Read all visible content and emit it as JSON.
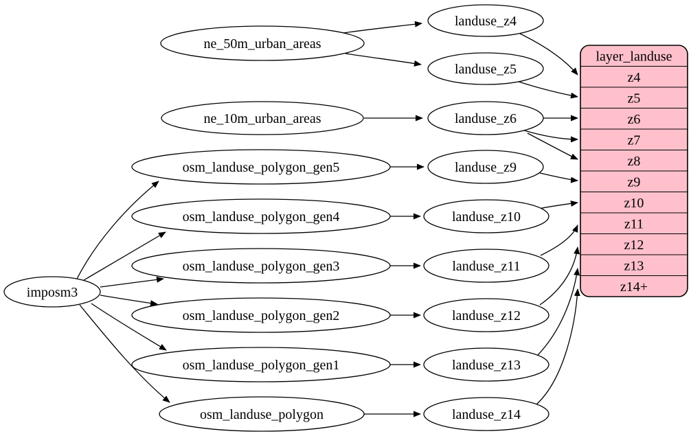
{
  "diagram": {
    "type": "graphviz-dependency-graph",
    "direction": "left-to-right",
    "colors": {
      "background": "#ffffff",
      "node_fill": "#ffffff",
      "node_stroke": "#000000",
      "edge": "#000000",
      "record_fill": "#ffc0cb",
      "text": "#000000"
    },
    "nodes": [
      {
        "id": "imposm3",
        "label": "imposm3",
        "shape": "ellipse"
      },
      {
        "id": "ne_50m_urban_areas",
        "label": "ne_50m_urban_areas",
        "shape": "ellipse"
      },
      {
        "id": "ne_10m_urban_areas",
        "label": "ne_10m_urban_areas",
        "shape": "ellipse"
      },
      {
        "id": "osm_landuse_polygon_gen5",
        "label": "osm_landuse_polygon_gen5",
        "shape": "ellipse"
      },
      {
        "id": "osm_landuse_polygon_gen4",
        "label": "osm_landuse_polygon_gen4",
        "shape": "ellipse"
      },
      {
        "id": "osm_landuse_polygon_gen3",
        "label": "osm_landuse_polygon_gen3",
        "shape": "ellipse"
      },
      {
        "id": "osm_landuse_polygon_gen2",
        "label": "osm_landuse_polygon_gen2",
        "shape": "ellipse"
      },
      {
        "id": "osm_landuse_polygon_gen1",
        "label": "osm_landuse_polygon_gen1",
        "shape": "ellipse"
      },
      {
        "id": "osm_landuse_polygon",
        "label": "osm_landuse_polygon",
        "shape": "ellipse"
      },
      {
        "id": "landuse_z4",
        "label": "landuse_z4",
        "shape": "ellipse"
      },
      {
        "id": "landuse_z5",
        "label": "landuse_z5",
        "shape": "ellipse"
      },
      {
        "id": "landuse_z6",
        "label": "landuse_z6",
        "shape": "ellipse"
      },
      {
        "id": "landuse_z9",
        "label": "landuse_z9",
        "shape": "ellipse"
      },
      {
        "id": "landuse_z10",
        "label": "landuse_z10",
        "shape": "ellipse"
      },
      {
        "id": "landuse_z11",
        "label": "landuse_z11",
        "shape": "ellipse"
      },
      {
        "id": "landuse_z12",
        "label": "landuse_z12",
        "shape": "ellipse"
      },
      {
        "id": "landuse_z13",
        "label": "landuse_z13",
        "shape": "ellipse"
      },
      {
        "id": "landuse_z14",
        "label": "landuse_z14",
        "shape": "ellipse"
      }
    ],
    "record": {
      "id": "layer_landuse",
      "title": "layer_landuse",
      "rows": [
        "z4",
        "z5",
        "z6",
        "z7",
        "z8",
        "z9",
        "z10",
        "z11",
        "z12",
        "z13",
        "z14+"
      ]
    },
    "edges": [
      {
        "from": "ne_50m_urban_areas",
        "to": "landuse_z4"
      },
      {
        "from": "ne_50m_urban_areas",
        "to": "landuse_z5"
      },
      {
        "from": "ne_10m_urban_areas",
        "to": "landuse_z6"
      },
      {
        "from": "imposm3",
        "to": "osm_landuse_polygon_gen5"
      },
      {
        "from": "imposm3",
        "to": "osm_landuse_polygon_gen4"
      },
      {
        "from": "imposm3",
        "to": "osm_landuse_polygon_gen3"
      },
      {
        "from": "imposm3",
        "to": "osm_landuse_polygon_gen2"
      },
      {
        "from": "imposm3",
        "to": "osm_landuse_polygon_gen1"
      },
      {
        "from": "imposm3",
        "to": "osm_landuse_polygon"
      },
      {
        "from": "osm_landuse_polygon_gen5",
        "to": "landuse_z9"
      },
      {
        "from": "osm_landuse_polygon_gen4",
        "to": "landuse_z10"
      },
      {
        "from": "osm_landuse_polygon_gen3",
        "to": "landuse_z11"
      },
      {
        "from": "osm_landuse_polygon_gen2",
        "to": "landuse_z12"
      },
      {
        "from": "osm_landuse_polygon_gen1",
        "to": "landuse_z13"
      },
      {
        "from": "osm_landuse_polygon",
        "to": "landuse_z14"
      },
      {
        "from": "landuse_z4",
        "to": "layer_landuse",
        "port": "z4"
      },
      {
        "from": "landuse_z5",
        "to": "layer_landuse",
        "port": "z5"
      },
      {
        "from": "landuse_z6",
        "to": "layer_landuse",
        "port": "z6"
      },
      {
        "from": "landuse_z6",
        "to": "layer_landuse",
        "port": "z7"
      },
      {
        "from": "landuse_z6",
        "to": "layer_landuse",
        "port": "z8"
      },
      {
        "from": "landuse_z9",
        "to": "layer_landuse",
        "port": "z9"
      },
      {
        "from": "landuse_z10",
        "to": "layer_landuse",
        "port": "z10"
      },
      {
        "from": "landuse_z11",
        "to": "layer_landuse",
        "port": "z11"
      },
      {
        "from": "landuse_z12",
        "to": "layer_landuse",
        "port": "z12"
      },
      {
        "from": "landuse_z13",
        "to": "layer_landuse",
        "port": "z13"
      },
      {
        "from": "landuse_z14",
        "to": "layer_landuse",
        "port": "z14+"
      }
    ]
  }
}
